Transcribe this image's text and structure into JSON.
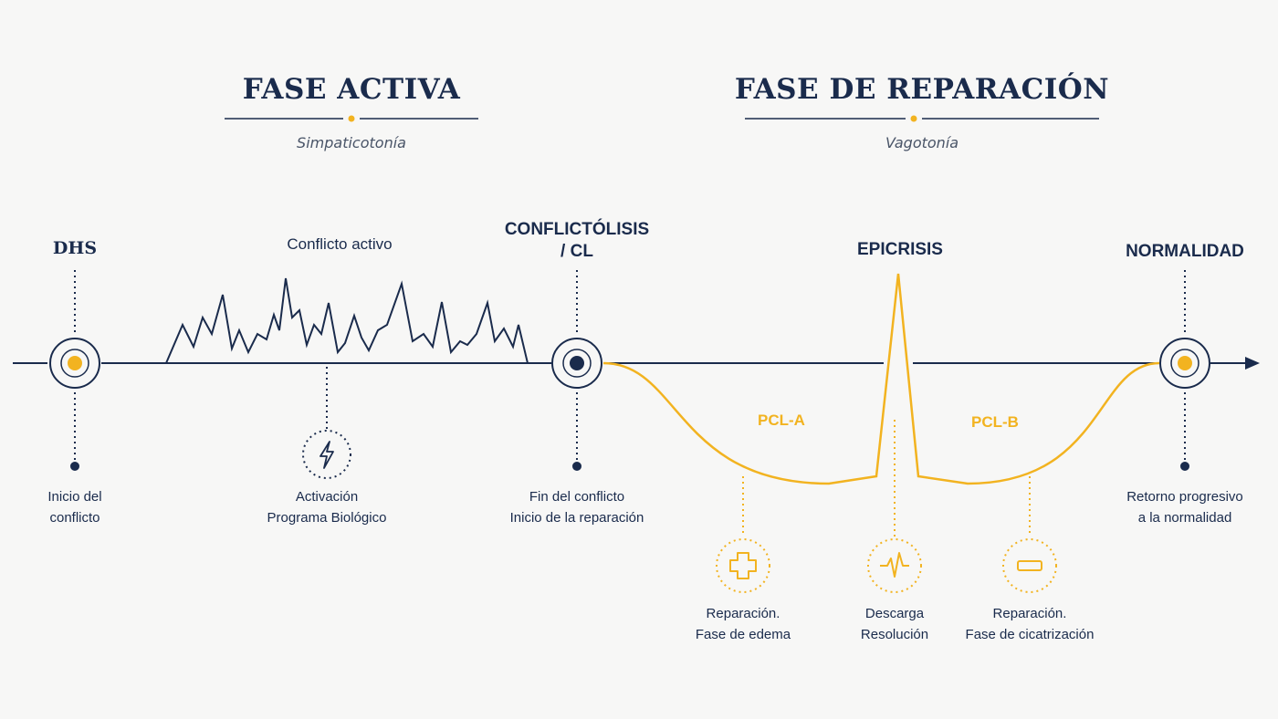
{
  "phases": {
    "active": {
      "title": "FASE ACTIVA",
      "subtitle": "Simpaticotonía"
    },
    "repair": {
      "title": "FASE DE REPARACIÓN",
      "subtitle": "Vagotonía"
    }
  },
  "stages": {
    "dhs": "DHS",
    "active_conflict": "Conflicto activo",
    "conflictolysis": "CONFLICTÓLISIS / CL",
    "epicrisis": "EPICRISIS",
    "normality": "NORMALIDAD"
  },
  "curve_labels": {
    "pcl_a": "PCL-A",
    "pcl_b": "PCL-B"
  },
  "captions": {
    "dhs": [
      "Inicio del",
      "conflicto"
    ],
    "activation": [
      "Activación",
      "Programa Biológico"
    ],
    "cl": [
      "Fin del conflicto",
      "Inicio de la reparación"
    ],
    "normality": [
      "Retorno progresivo",
      "a la normalidad"
    ],
    "pcl_a": [
      "Reparación.",
      "Fase de edema"
    ],
    "epicrisis": [
      "Descarga",
      "Resolución"
    ],
    "pcl_b": [
      "Reparación.",
      "Fase de cicatrización"
    ]
  },
  "icons": {
    "activation": "lightning-icon",
    "pcl_a": "plus-icon",
    "epicrisis": "heartbeat-icon",
    "pcl_b": "minus-icon"
  },
  "colors": {
    "navy": "#1a2b4c",
    "gold": "#f2b320",
    "background": "#f7f7f6"
  }
}
